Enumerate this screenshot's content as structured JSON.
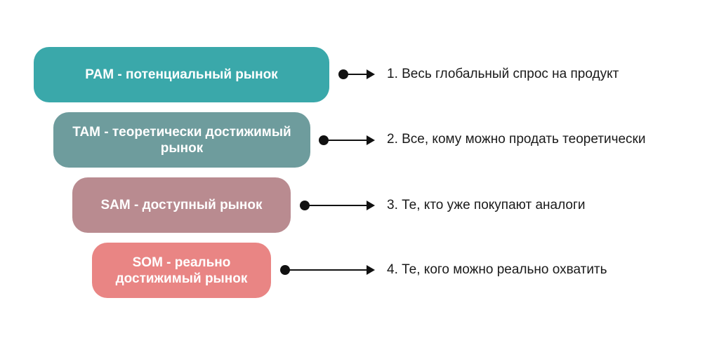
{
  "levels": [
    {
      "box_label": "PAM - потенциальный рынок",
      "description": "1.  Весь глобальный спрос на продукт",
      "color": "#3aa8aa"
    },
    {
      "box_label": "TAM - теоретически достижимый рынок",
      "description": "2. Все, кому можно продать теоретически",
      "color": "#6e9c9d"
    },
    {
      "box_label": "SAM - доступный рынок",
      "description": "3. Те, кто уже покупают аналоги",
      "color": "#b98b90"
    },
    {
      "box_label": "SOM - реально достижимый рынок",
      "description": "4. Те, кого можно реально охватить",
      "color": "#e98584"
    }
  ]
}
